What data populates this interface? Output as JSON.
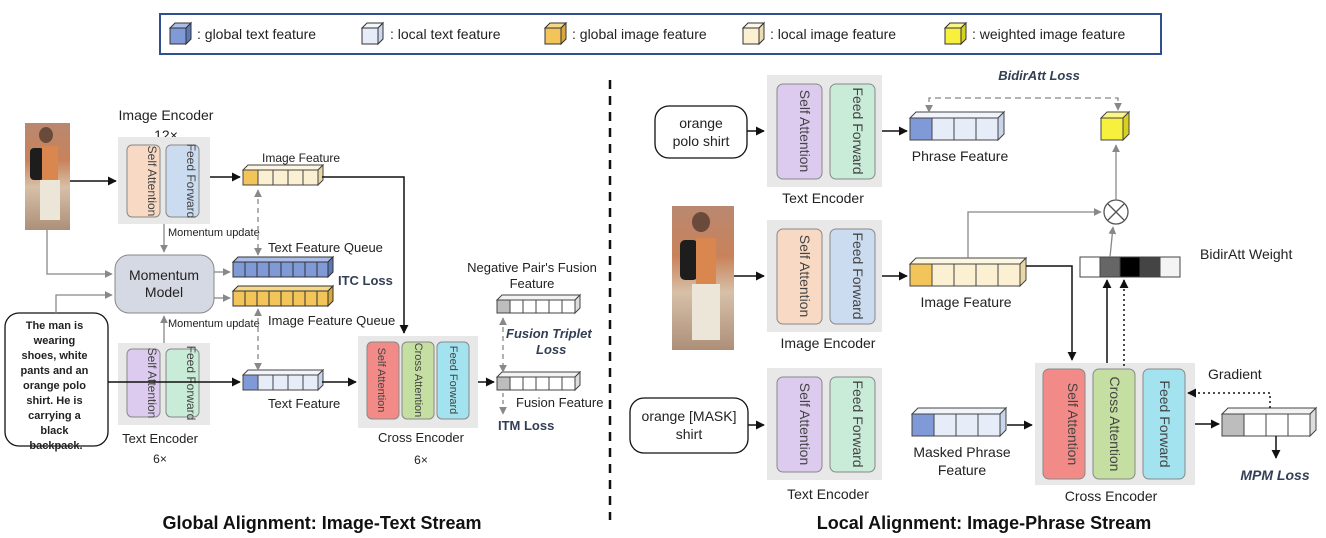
{
  "legend": {
    "global_text": ": global text feature",
    "local_text": ": local text feature",
    "global_image": ": global image feature",
    "local_image": ": local image feature",
    "weighted_image": ":  weighted image feature"
  },
  "colors": {
    "global_text": "#7f9ad6",
    "local_text": "#e6edf8",
    "global_image": "#f2c45a",
    "local_image": "#fcf0d2",
    "weighted_image": "#f7f03c",
    "self_attention_lilac": "#dccbef",
    "self_attention_peach": "#f7d9c4",
    "feed_forward_blue": "#cbdcf1",
    "feed_forward_green": "#c9ecd9",
    "self_attention_red": "#f28b88",
    "cross_attention_green": "#c5dfa2",
    "feed_forward_cyan": "#a2e3ef",
    "momentum_model": "#d5d9e3",
    "negative_gray": "#bdbdbd",
    "bidiratt_weight": [
      "#ffffff",
      "#666666",
      "#000000",
      "#444444",
      "#f4f4f4"
    ]
  },
  "global": {
    "title": "Global Alignment: Image-Text Stream",
    "image_encoder": "Image Encoder",
    "image_encoder_repeat": "12×",
    "self_attention": "Self Attention",
    "feed_forward": "Feed Forward",
    "cross_attention": "Cross Attention",
    "image_feature": "Image Feature",
    "momentum_update": "Momentum update",
    "momentum_model": "Momentum Model",
    "text_queue": "Text Feature Queue",
    "image_queue": "Image Feature Queue",
    "itc_loss": "ITC Loss",
    "caption": "The man is wearing shoes, white pants and an orange polo shirt.  He is carrying a black backpack.",
    "text_encoder": "Text Encoder",
    "text_encoder_repeat": "6×",
    "text_feature": "Text Feature",
    "cross_encoder": "Cross Encoder",
    "cross_encoder_repeat": "6×",
    "negative_fusion": "Negative Pair's Fusion Feature",
    "fusion_triplet_loss": "Fusion Triplet Loss",
    "fusion_feature": "Fusion Feature",
    "itm_loss": "ITM Loss"
  },
  "local": {
    "title": "Local Alignment: Image-Phrase Stream",
    "phrase_input": "orange polo shirt",
    "text_encoder": "Text Encoder",
    "phrase_feature": "Phrase Feature",
    "bidiratt_loss": "BidirAtt Loss",
    "image_encoder": "Image Encoder",
    "image_feature": "Image Feature",
    "bidiratt_weight": "BidirAtt Weight",
    "masked_input": "orange [MASK] shirt",
    "masked_phrase_feature": "Masked Phrase Feature",
    "gradient": "Gradient",
    "cross_encoder": "Cross Encoder",
    "mpm_loss": "MPM Loss",
    "self_attention": "Self Attention",
    "feed_forward": "Feed Forward",
    "cross_attention": "Cross Attention"
  }
}
